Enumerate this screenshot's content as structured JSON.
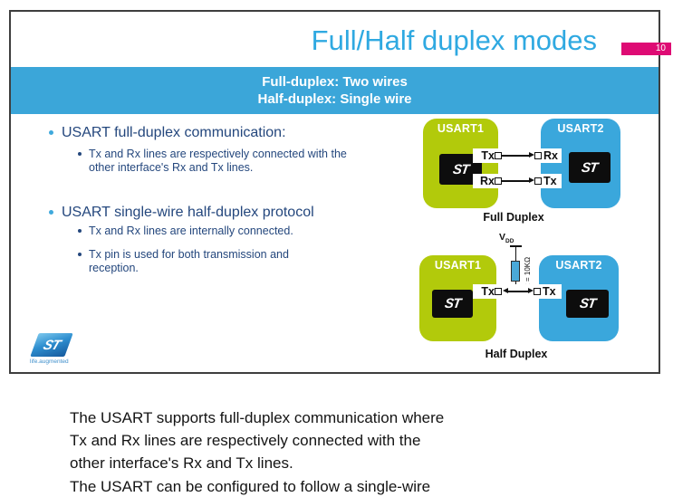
{
  "slide": {
    "title": "Full/Half duplex modes",
    "page_number": "10",
    "banner_line1": "Full-duplex: Two wires",
    "banner_line2": "Half-duplex: Single wire",
    "bullet1": "USART full-duplex communication:",
    "bullet1_sub1": "Tx and Rx lines are respectively connected with the other interface's Rx and Tx lines.",
    "bullet2": "USART single-wire half-duplex protocol",
    "bullet2_sub1": "Tx and Rx lines are internally connected.",
    "bullet2_sub2": "Tx pin is used for both transmission and reception."
  },
  "full_duplex": {
    "caption": "Full Duplex",
    "box1_label": "USART1",
    "box2_label": "USART2",
    "box1_pin_top": "Tx",
    "box2_pin_top": "Rx",
    "box1_pin_bottom": "Rx",
    "box2_pin_bottom": "Tx",
    "chip_monogram": "ST"
  },
  "half_duplex": {
    "caption": "Half Duplex",
    "box1_label": "USART1",
    "box2_label": "USART2",
    "box1_pin": "Tx",
    "box2_pin": "Tx",
    "vdd_label": "V",
    "vdd_sub": "DD",
    "resistor_label": "R = 10KΩ",
    "chip_monogram": "ST"
  },
  "logo": {
    "monogram": "ST",
    "tagline": "life.augmented"
  },
  "transcript": {
    "line1": "The USART supports full-duplex communication where",
    "line2": "Tx and Rx lines are respectively connected with the",
    "line3": "other interface's Rx and Tx lines.",
    "line4": "The USART can be configured to follow a single-wire"
  },
  "colors": {
    "title_blue": "#2FA9E1",
    "banner_blue": "#3BA6D9",
    "usart1_green": "#B2CA0B",
    "usart2_blue": "#3AA7DC",
    "badge_pink": "#DE0B74",
    "body_navy": "#24477D"
  }
}
